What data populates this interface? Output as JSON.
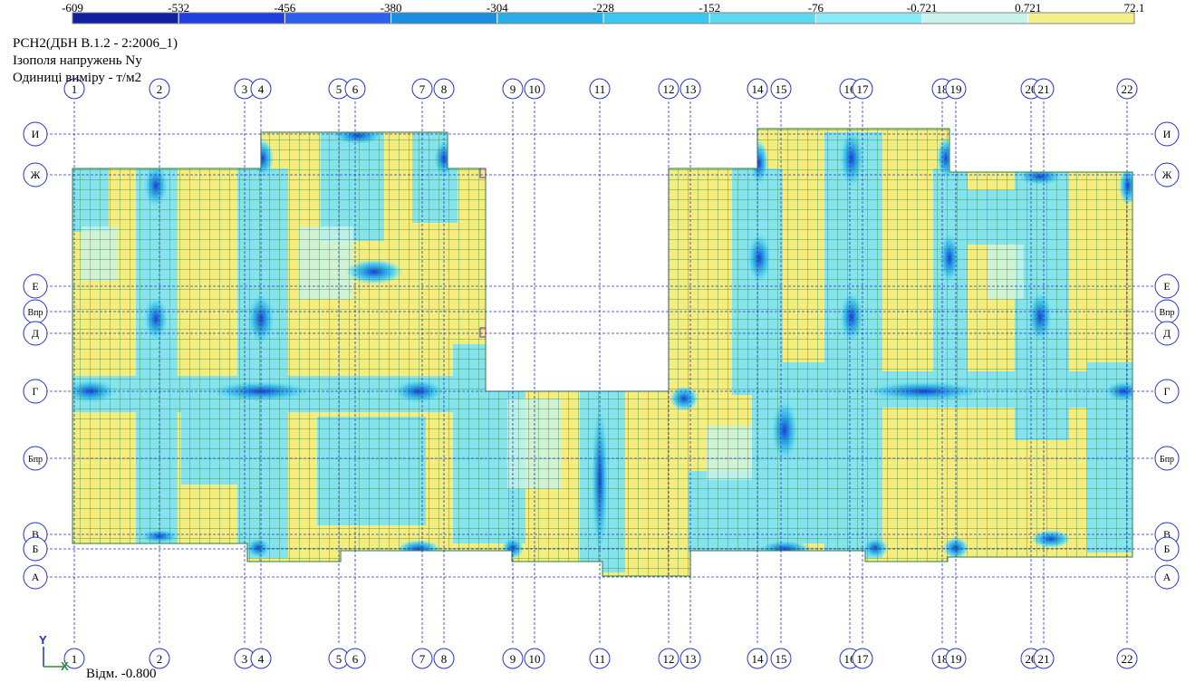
{
  "header": {
    "line1": "РСН2(ДБН В.1.2 - 2:2006_1)",
    "line2": "Ізополя напружень Ny",
    "line3": "Одиниці виміру - т/м2"
  },
  "legend": {
    "labels": [
      "-609",
      "-532",
      "-456",
      "-380",
      "-304",
      "-228",
      "-152",
      "-76",
      "-0.721",
      "0.721",
      "72.1"
    ],
    "colors": [
      "#1020a0",
      "#1f3ee0",
      "#2f5ff0",
      "#1a8ee0",
      "#28aee8",
      "#3cc8ee",
      "#5cd8f0",
      "#88eaf6",
      "#c8f4ec",
      "#f5f08a"
    ]
  },
  "grid": {
    "vertical_labels": [
      "1",
      "2",
      "3",
      "4",
      "5",
      "6",
      "7",
      "8",
      "9",
      "10",
      "11",
      "12",
      "13",
      "14",
      "15",
      "16",
      "17",
      "18",
      "19",
      "20",
      "21",
      "22"
    ],
    "horizontal_labels": [
      "И",
      "Ж",
      "Е",
      "Впр",
      "Д",
      "Г",
      "Бпр",
      "В",
      "Б",
      "А"
    ]
  },
  "axis": {
    "y_label": "Y",
    "x_label": "X"
  },
  "elevation": "Відм. -0.800"
}
